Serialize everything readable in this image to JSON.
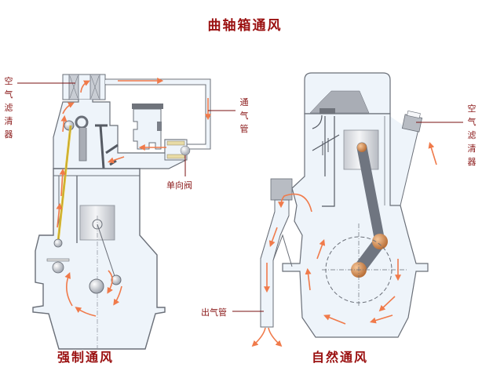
{
  "title": "曲轴箱通风",
  "left_diagram": {
    "caption": "强制通风",
    "labels": {
      "air_filter": "空气滤清器",
      "vent_pipe": "通气管",
      "check_valve": "单向阀"
    }
  },
  "right_diagram": {
    "caption": "自然通风",
    "labels": {
      "air_filter": "空气滤清器",
      "outlet_pipe": "出气管"
    }
  },
  "colors": {
    "label_text": "#8b1a1a",
    "airflow_arrow": "#f07a4a",
    "engine_fill": "#eef4fa",
    "engine_outline": "#6a6f78",
    "component_gray": "#a9adb5",
    "pushrod_yellow": "#e2c23a",
    "bearing_bronze": "#c9834a"
  }
}
